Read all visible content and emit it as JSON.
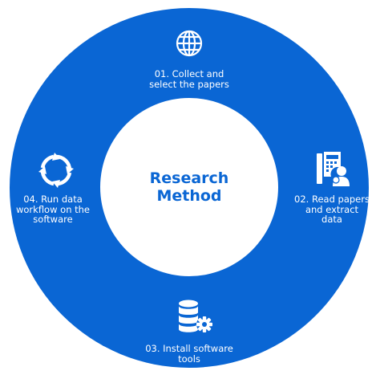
{
  "colors": {
    "ring": "#0a66d4",
    "center_text": "#0a66d4",
    "text_on_ring": "#ffffff"
  },
  "center": {
    "title": "Research\nMethod"
  },
  "steps": [
    {
      "label": "01. Collect and\nselect the papers",
      "icon": "globe-icon"
    },
    {
      "label": "02. Read papers\nand extract\ndata",
      "icon": "reading-person-icon"
    },
    {
      "label": "03. Install software\ntools",
      "icon": "database-gear-icon"
    },
    {
      "label": "04. Run data\nworkflow on the\nsoftware",
      "icon": "cycle-arrows-icon"
    }
  ]
}
